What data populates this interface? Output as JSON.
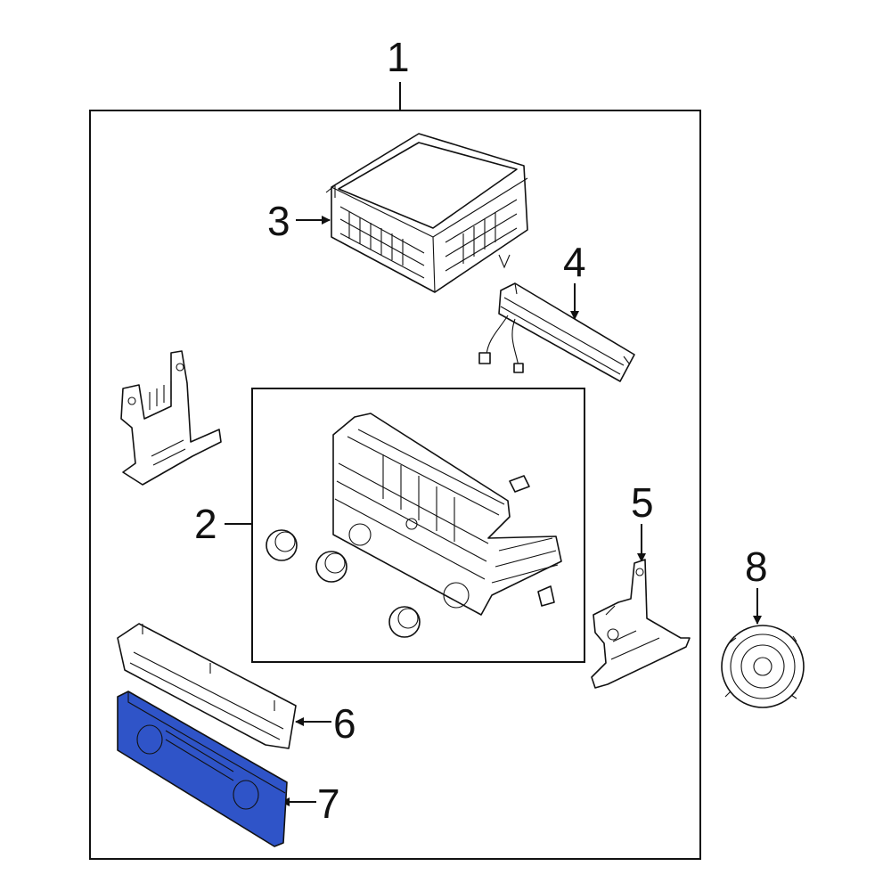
{
  "callouts": [
    {
      "id": "1",
      "label": "1"
    },
    {
      "id": "2",
      "label": "2"
    },
    {
      "id": "3",
      "label": "3"
    },
    {
      "id": "4",
      "label": "4"
    },
    {
      "id": "5",
      "label": "5"
    },
    {
      "id": "6",
      "label": "6"
    },
    {
      "id": "7",
      "label": "7"
    },
    {
      "id": "8",
      "label": "8"
    }
  ],
  "highlighted_part": "7",
  "colors": {
    "highlight": "#2f54c8",
    "line": "#111111",
    "background": "#ffffff"
  }
}
